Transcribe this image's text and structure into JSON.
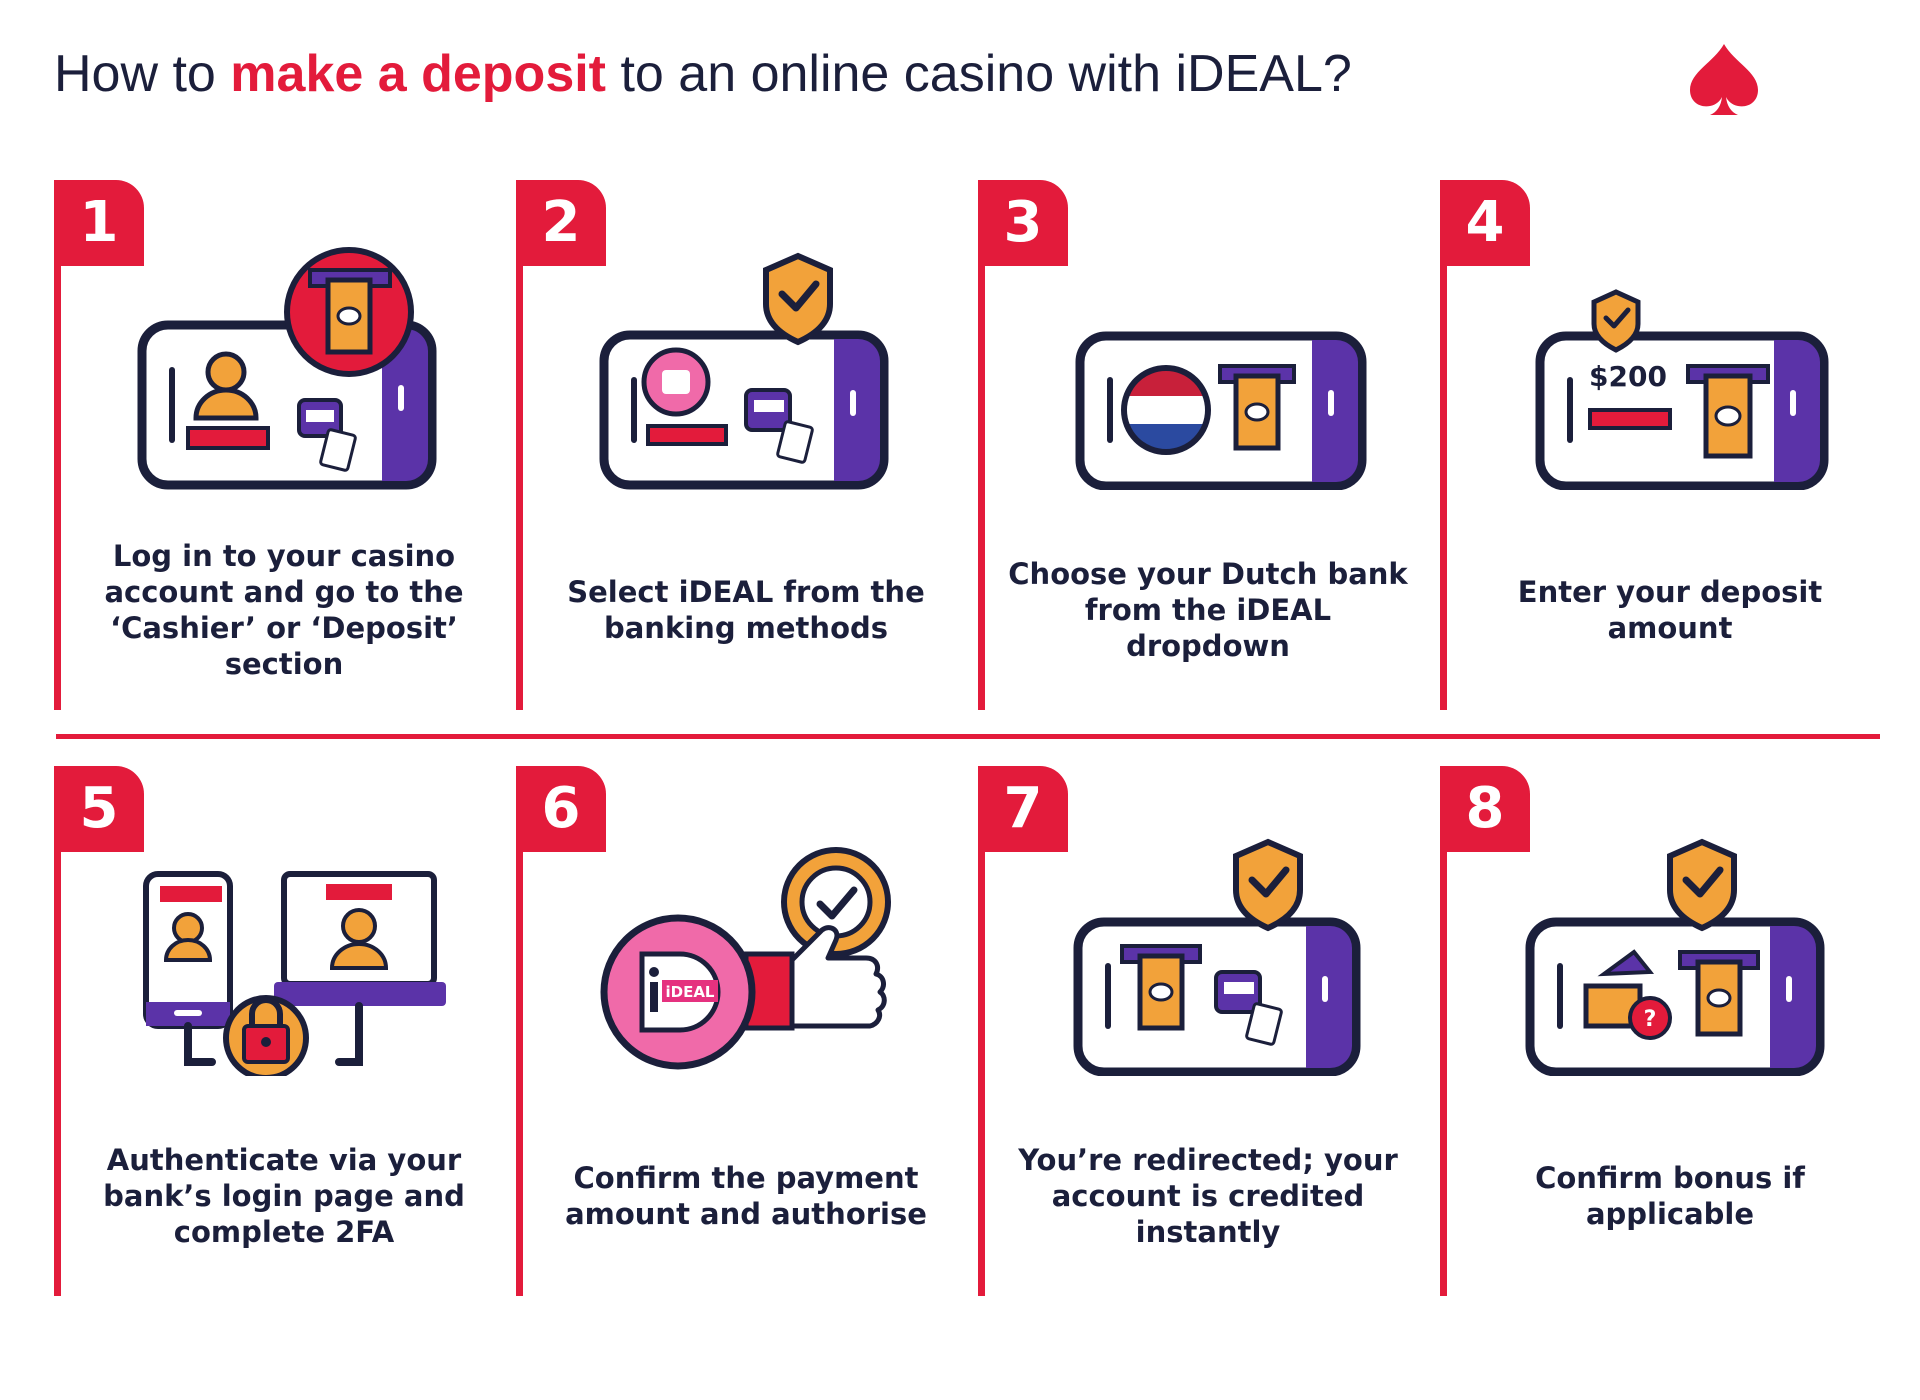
{
  "header": {
    "title_prefix": "How to ",
    "title_highlight": "make a deposit",
    "title_suffix": " to an online casino with iDEAL?",
    "logo_icon": "spade-icon",
    "accent_color": "#e31b3b",
    "text_color": "#1b1f3b"
  },
  "steps": [
    {
      "number": "1",
      "caption": "Log in to your casino account and go to the ‘Cashier’ or ‘Deposit’ section",
      "icon": "phone-login-cash-icon"
    },
    {
      "number": "2",
      "caption": "Select iDEAL from the banking methods",
      "icon": "phone-ideal-shield-icon"
    },
    {
      "number": "3",
      "caption": "Choose your Dutch bank from the iDEAL dropdown",
      "icon": "phone-dutch-flag-icon"
    },
    {
      "number": "4",
      "caption": "Enter your deposit amount",
      "icon": "phone-amount-icon",
      "amount_label": "$200"
    },
    {
      "number": "5",
      "caption": "Authenticate via your bank’s login page and complete 2FA",
      "icon": "two-factor-lock-icon"
    },
    {
      "number": "6",
      "caption": "Confirm the payment amount and authorise",
      "icon": "ideal-thumbs-up-icon",
      "badge_label": "iDEAL"
    },
    {
      "number": "7",
      "caption": "You’re redirected; your account is credited instantly",
      "icon": "phone-credited-icon"
    },
    {
      "number": "8",
      "caption": "Confirm bonus if applicable",
      "icon": "phone-bonus-icon"
    }
  ]
}
